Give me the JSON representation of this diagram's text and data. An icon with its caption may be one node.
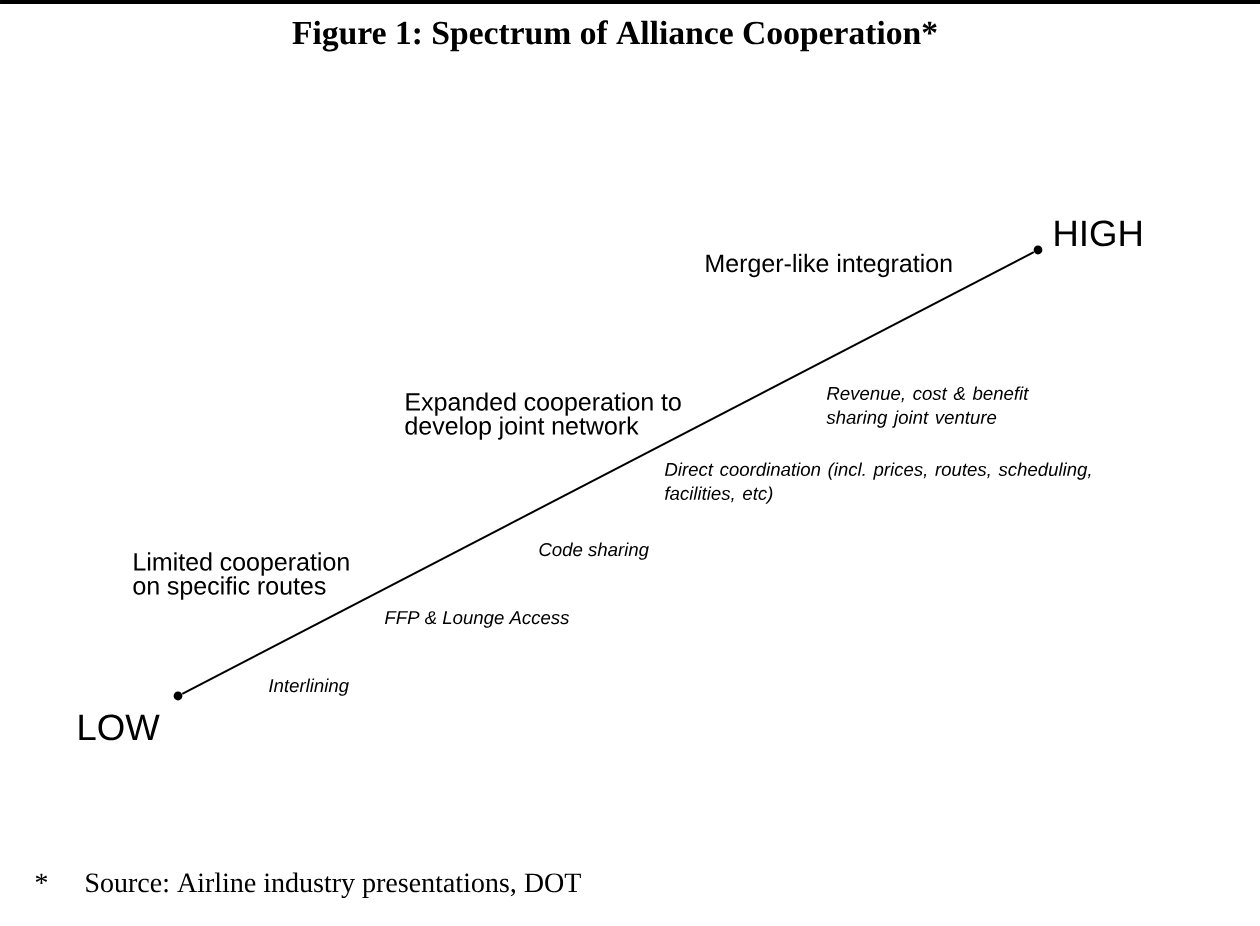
{
  "diagram": {
    "title": "Figure 1: Spectrum of Alliance Cooperation*",
    "nodes": [
      {
        "text": [],
        "shape": "circle",
        "beside": [
          "LOW"
        ]
      },
      {
        "text": [],
        "shape": "circle",
        "beside": [
          "HIGH"
        ]
      }
    ],
    "edges": [
      {
        "from": 0,
        "to": 1,
        "arrow": "none"
      }
    ],
    "labels": [
      "Merger-like integration",
      "Expanded cooperation to develop joint network",
      "Revenue, cost & benefit sharing joint venture",
      "Direct coordination (incl. prices, routes, scheduling, facilities, etc)",
      "Code sharing",
      "Limited cooperation on specific routes",
      "FFP & Lounge Access",
      "Interlining",
      "*",
      "Source: Airline industry presentations, DOT"
    ]
  }
}
